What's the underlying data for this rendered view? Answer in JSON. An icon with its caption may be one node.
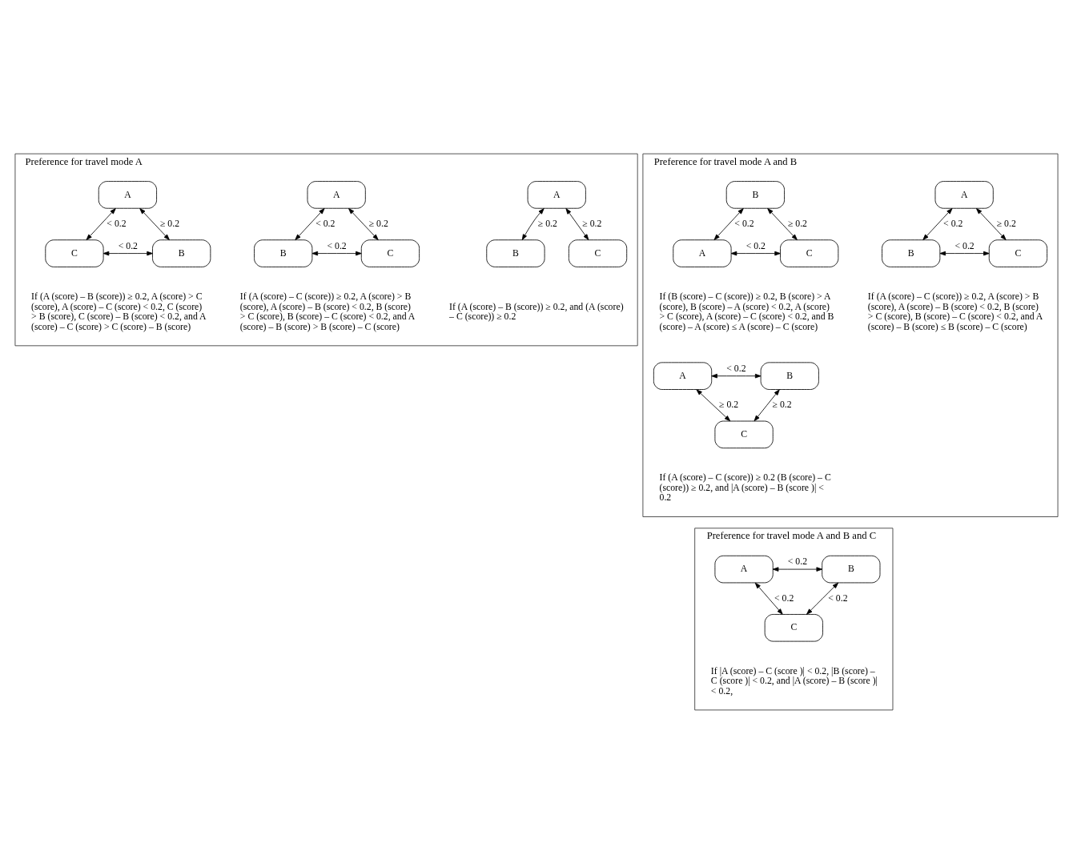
{
  "diagram": {
    "nodes": [
      {
        "text": [
          "Preference for travel mode A"
        ]
      },
      {
        "text": [
          "A"
        ],
        "in": 0
      },
      {
        "text": [
          "B"
        ],
        "in": 0
      },
      {
        "text": [
          "C"
        ],
        "in": 0
      },
      {
        "text": [
          "A"
        ],
        "in": 0
      },
      {
        "text": [
          "B"
        ],
        "in": 0
      },
      {
        "text": [
          "C"
        ],
        "in": 0
      },
      {
        "text": [
          "A"
        ],
        "in": 0
      },
      {
        "text": [
          "C"
        ],
        "in": 0
      },
      {
        "text": [
          "B"
        ],
        "in": 0
      },
      {
        "text": [
          "Preference for travel mode A and B"
        ]
      },
      {
        "text": [
          "A"
        ],
        "in": 10
      },
      {
        "text": [
          "B"
        ],
        "in": 10
      },
      {
        "text": [
          "C"
        ],
        "in": 10
      },
      {
        "text": [
          "A"
        ],
        "in": 10
      },
      {
        "text": [
          "B"
        ],
        "in": 10
      },
      {
        "text": [
          "C"
        ],
        "in": 10
      },
      {
        "text": [
          "B"
        ],
        "in": 10
      },
      {
        "text": [
          "A"
        ],
        "in": 10
      },
      {
        "text": [
          "C"
        ],
        "in": 10
      },
      {
        "text": [
          "Preference for travel mode A and B and C"
        ]
      },
      {
        "text": [
          "A"
        ],
        "in": 20
      },
      {
        "text": [
          "B"
        ],
        "in": 20
      },
      {
        "text": [
          "C"
        ],
        "in": 20
      }
    ],
    "edges": [
      {
        "from": 1,
        "to": 2,
        "arrow": "both",
        "label": "≥ 0.2"
      },
      {
        "from": 1,
        "to": 3,
        "arrow": "both",
        "label": "≥ 0.2"
      },
      {
        "from": 4,
        "to": 5,
        "arrow": "both",
        "label": "< 0.2"
      },
      {
        "from": 4,
        "to": 6,
        "arrow": "both",
        "label": "≥ 0.2"
      },
      {
        "from": 5,
        "to": 6,
        "arrow": "both",
        "label": "< 0.2"
      },
      {
        "from": 7,
        "to": 8,
        "arrow": "both",
        "label": "< 0.2"
      },
      {
        "from": 7,
        "to": 9,
        "arrow": "both",
        "label": "≥ 0.2"
      },
      {
        "from": 8,
        "to": 9,
        "arrow": "both",
        "label": "< 0.2"
      },
      {
        "from": 11,
        "to": 12,
        "arrow": "both",
        "label": "< 0.2"
      },
      {
        "from": 11,
        "to": 13,
        "arrow": "both",
        "label": "≥ 0.2"
      },
      {
        "from": 12,
        "to": 13,
        "arrow": "both",
        "label": "≥ 0.2"
      },
      {
        "from": 14,
        "to": 15,
        "arrow": "both",
        "label": "< 0.2"
      },
      {
        "from": 14,
        "to": 16,
        "arrow": "both",
        "label": "≥ 0.2"
      },
      {
        "from": 15,
        "to": 16,
        "arrow": "both",
        "label": "< 0.2"
      },
      {
        "from": 17,
        "to": 18,
        "arrow": "both",
        "label": "< 0.2"
      },
      {
        "from": 17,
        "to": 19,
        "arrow": "both",
        "label": "≥ 0.2"
      },
      {
        "from": 18,
        "to": 19,
        "arrow": "both",
        "label": "< 0.2"
      },
      {
        "from": 21,
        "to": 22,
        "arrow": "both",
        "label": "< 0.2"
      },
      {
        "from": 21,
        "to": 23,
        "arrow": "both",
        "label": "< 0.2"
      },
      {
        "from": 22,
        "to": 23,
        "arrow": "both",
        "label": "< 0.2"
      }
    ],
    "labels": [
      "If (A (score) – B (score)) ≥ 0.2, and (A (score) – C (score)) ≥ 0.2",
      "If (A (score) – C (score)) ≥ 0.2, A (score) > B (score), A (score) – B (score) < 0.2, B (score) > C (score), B (score) – C (score) < 0.2, and A (score) – B (score) > B (score) – C (score)",
      "If (A (score) – B (score)) ≥ 0.2, A (score) > C (score), A (score) – C (score) < 0.2, C (score) > B (score), C (score) – B (score) < 0.2, and A (score) – C (score) > C (score) – B (score)",
      "If (A (score) – C (score)) ≥ 0.2 (B (score) – C (score)) ≥ 0.2, and |A (score) – B (score )| < 0.2",
      "If (A (score) – C (score)) ≥ 0.2, A (score) > B (score), A (score) – B (score) < 0.2, B (score) > C (score), B (score) – C (score) < 0.2, and A (score) – B (score) ≤ B (score) – C (score)",
      "If (B (score) – C (score)) ≥ 0.2, B (score) > A (score), B (score) – A (score) < 0.2, A (score) > C (score), A (score) – C (score) < 0.2, and B (score) – A (score) ≤ A (score) – C (score)",
      "If |A (score) – C (score )| < 0.2, |B (score) – C (score )| < 0.2, and |A (score) – B (score )| < 0.2,"
    ]
  }
}
